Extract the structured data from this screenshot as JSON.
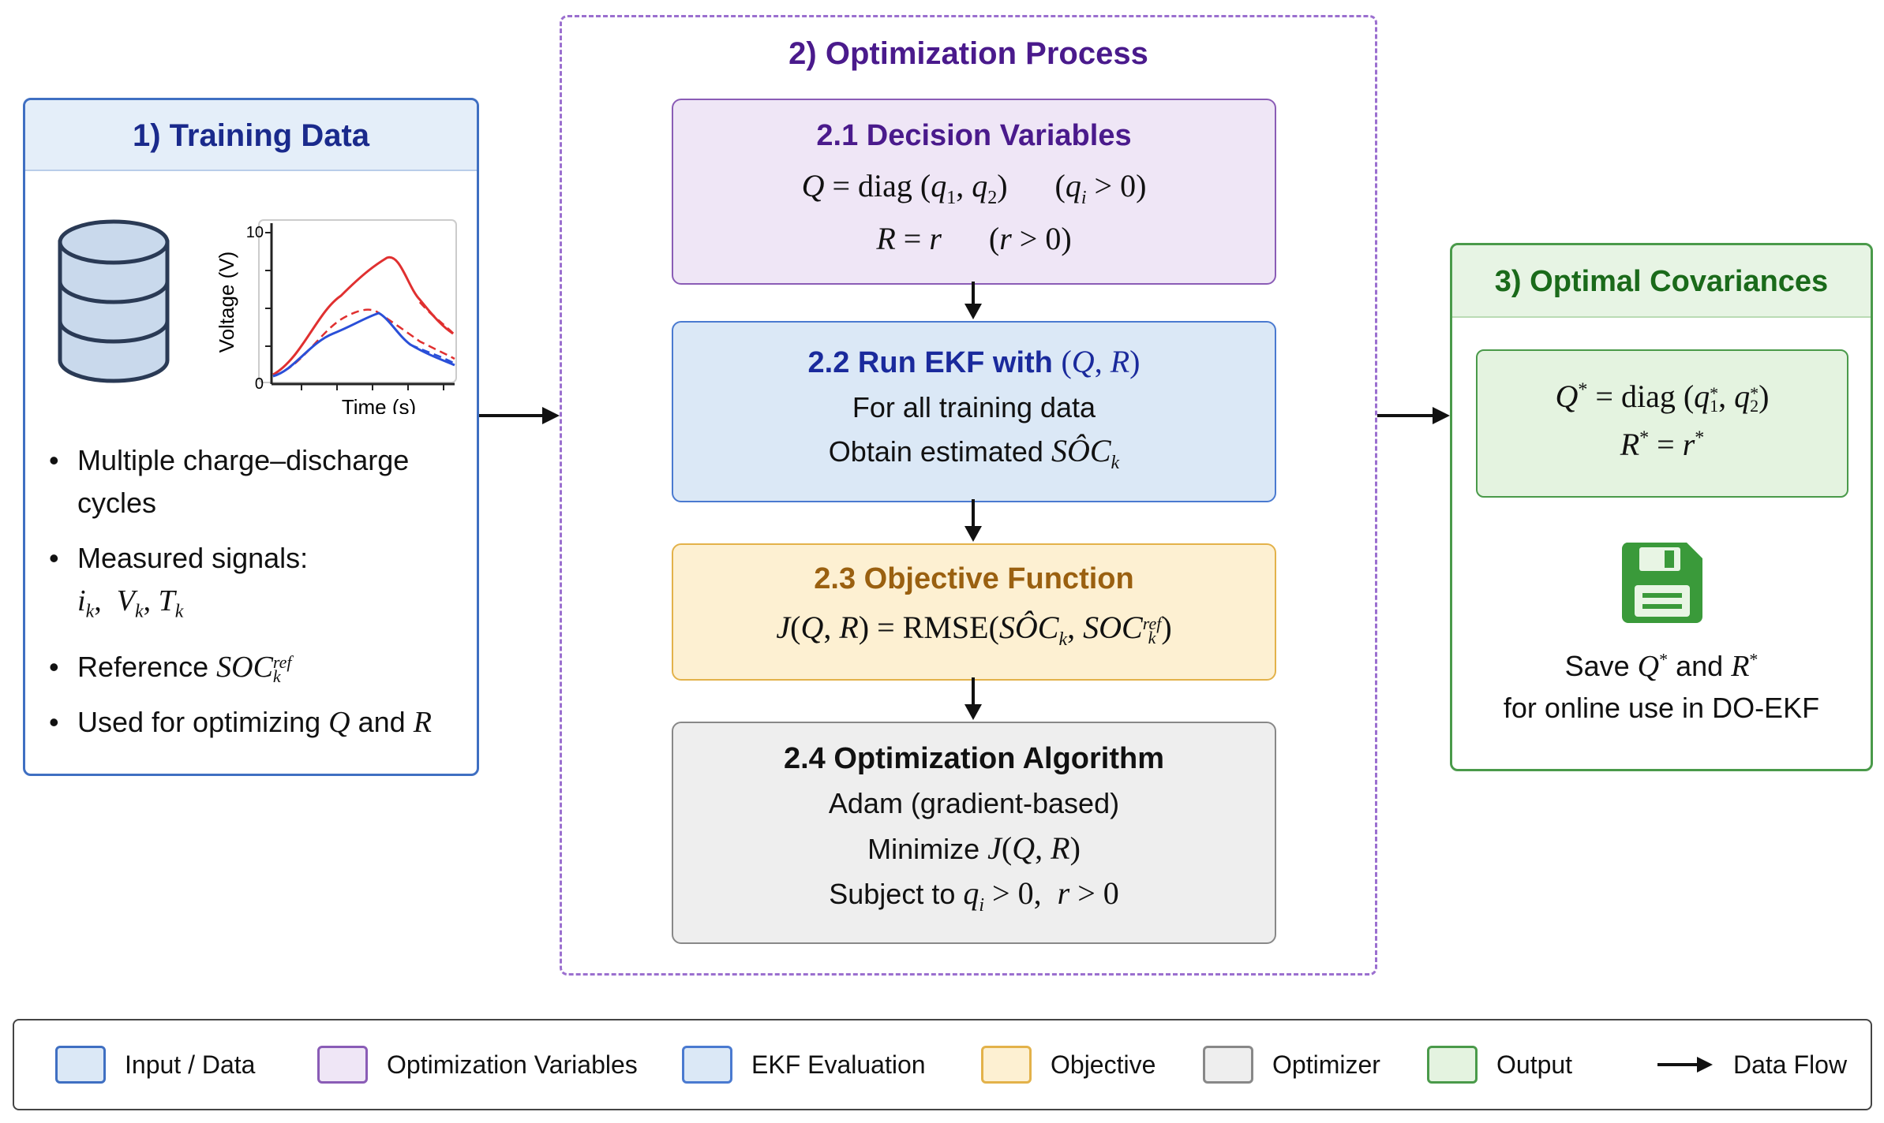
{
  "training": {
    "title": "1) Training Data",
    "chart": {
      "ylabel": "Voltage (V)",
      "xlabel": "Time (s)",
      "ytick_top": "10",
      "ytick_bottom": "0"
    },
    "bullets": {
      "b1_line1": "Multiple charge–discharge",
      "b1_line2": "cycles",
      "b2_line1": "Measured signals:",
      "b2_math": "i_k, V_k, T_k",
      "b3_text": "Reference",
      "b3_math": "SOC_k^ref",
      "b4_pre": "Used for optimizing",
      "b4_q": "Q",
      "b4_and": "and",
      "b4_r": "R"
    }
  },
  "process": {
    "title": "2) Optimization Process",
    "step1": {
      "title": "2.1 Decision Variables",
      "eq1": "Q = diag(q1, q2)    (qi > 0)",
      "eq2": "R = r    (r > 0)"
    },
    "step2": {
      "title_pre": "2.2 Run EKF with",
      "title_math": "(Q, R)",
      "line1": "For all training data",
      "line2_pre": "Obtain estimated",
      "line2_math": "SÔC_k"
    },
    "step3": {
      "title": "2.3 Objective Function",
      "eq": "J(Q,R) = RMSE(SÔC_k, SOC_k^ref)"
    },
    "step4": {
      "title": "2.4 Optimization Algorithm",
      "line1": "Adam (gradient-based)",
      "line2_pre": "Minimize",
      "line2_math": "J(Q,R)",
      "line3_pre": "Subject to",
      "line3_math": "qi > 0,  r > 0"
    }
  },
  "output": {
    "title": "3) Optimal Covariances",
    "eq1": "Q* = diag(q1*, q2*)",
    "eq2": "R* = r*",
    "icon": "save-icon",
    "save_pre": "Save",
    "save_q": "Q*",
    "save_and": "and",
    "save_r": "R*",
    "save_line2": "for online use in DO-EKF"
  },
  "legend": [
    {
      "label": "Input / Data",
      "fill": "#dbe8f6",
      "stroke": "#3f6fc2"
    },
    {
      "label": "Optimization Variables",
      "fill": "#efe6f6",
      "stroke": "#8a5cb6"
    },
    {
      "label": "EKF Evaluation",
      "fill": "#dbe8f6",
      "stroke": "#4a7ad0"
    },
    {
      "label": "Objective",
      "fill": "#fdf0d2",
      "stroke": "#e3b24a"
    },
    {
      "label": "Optimizer",
      "fill": "#eeeeee",
      "stroke": "#888888"
    },
    {
      "label": "Output",
      "fill": "#e4f3e0",
      "stroke": "#4a9a4a"
    },
    {
      "label": "Data Flow"
    }
  ],
  "colors": {
    "training_border": "#3f6fc2",
    "process_border": "#9b6fcf",
    "output_border": "#4a9a4a",
    "curve_red": "#e03030",
    "curve_blue": "#2a4fd8"
  }
}
